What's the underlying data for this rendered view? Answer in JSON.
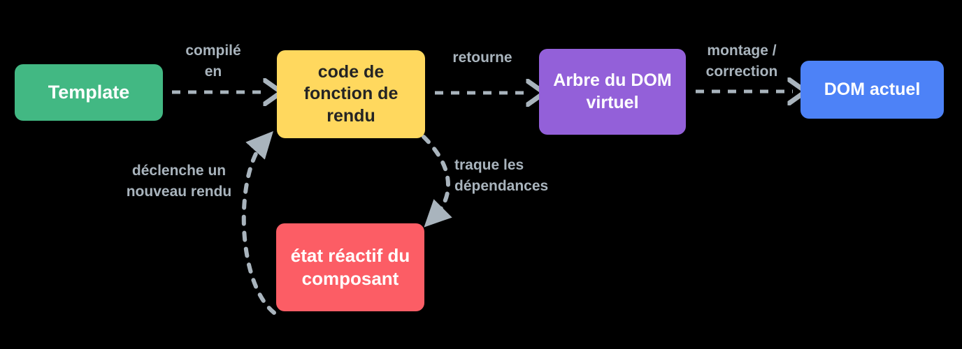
{
  "diagram": {
    "title": "Vue reactivity render pipeline (French)",
    "background_color": "#000000",
    "arrow_color": "#a9b4bd",
    "nodes": [
      {
        "id": "template",
        "label": "Template",
        "color": "#42b883",
        "text_color": "#ffffff"
      },
      {
        "id": "render_fn",
        "label": "code de\nfonction de\nrendu",
        "color": "#ffd85e",
        "text_color": "#242424"
      },
      {
        "id": "vdom",
        "label": "Arbre du DOM\nvirtuel",
        "color": "#9360d9",
        "text_color": "#ffffff"
      },
      {
        "id": "dom",
        "label": "DOM actuel",
        "color": "#4d82f7",
        "text_color": "#ffffff"
      },
      {
        "id": "state",
        "label": "état réactif\ndu\ncomposant",
        "color": "#fc5d65",
        "text_color": "#ffffff"
      }
    ],
    "edges": [
      {
        "id": "compile",
        "label": "compilé\nen",
        "from": "template",
        "to": "render_fn"
      },
      {
        "id": "returns",
        "label": "retourne",
        "from": "render_fn",
        "to": "vdom"
      },
      {
        "id": "mount",
        "label": "montage /\ncorrection",
        "from": "vdom",
        "to": "dom"
      },
      {
        "id": "track",
        "label": "traque les\ndépendances",
        "from": "render_fn",
        "to": "state"
      },
      {
        "id": "rerender",
        "label": "déclenche un\nnouveau rendu",
        "from": "state",
        "to": "render_fn"
      }
    ]
  }
}
